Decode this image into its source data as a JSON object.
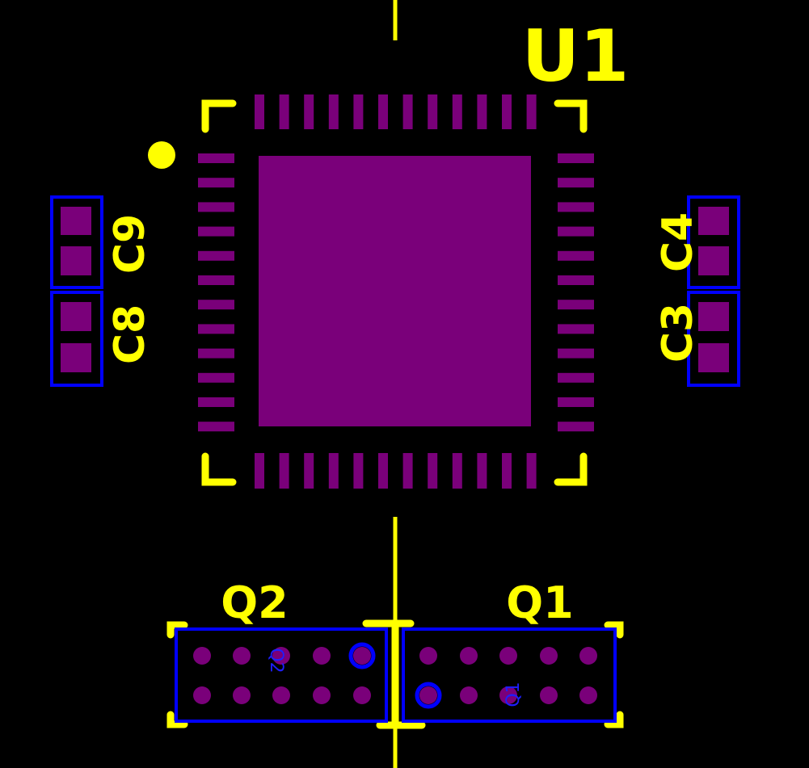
{
  "colors": {
    "background": "#000000",
    "silkscreen": "#ffff00",
    "pad": "#7a007a",
    "outline": "#0000ff"
  },
  "designators": {
    "u1": "U1",
    "c9": "C9",
    "c8": "C8",
    "c4": "C4",
    "c3": "C3",
    "q2": "Q2",
    "q1": "Q1",
    "q2_ref": "Q2",
    "q1_ref": "Q1"
  },
  "u1": {
    "pads_per_side": 12,
    "exposed_pad": true,
    "pin1_marker": true
  },
  "headers": {
    "q2": {
      "rows": 2,
      "cols": 5
    },
    "q1": {
      "rows": 2,
      "cols": 5
    }
  }
}
